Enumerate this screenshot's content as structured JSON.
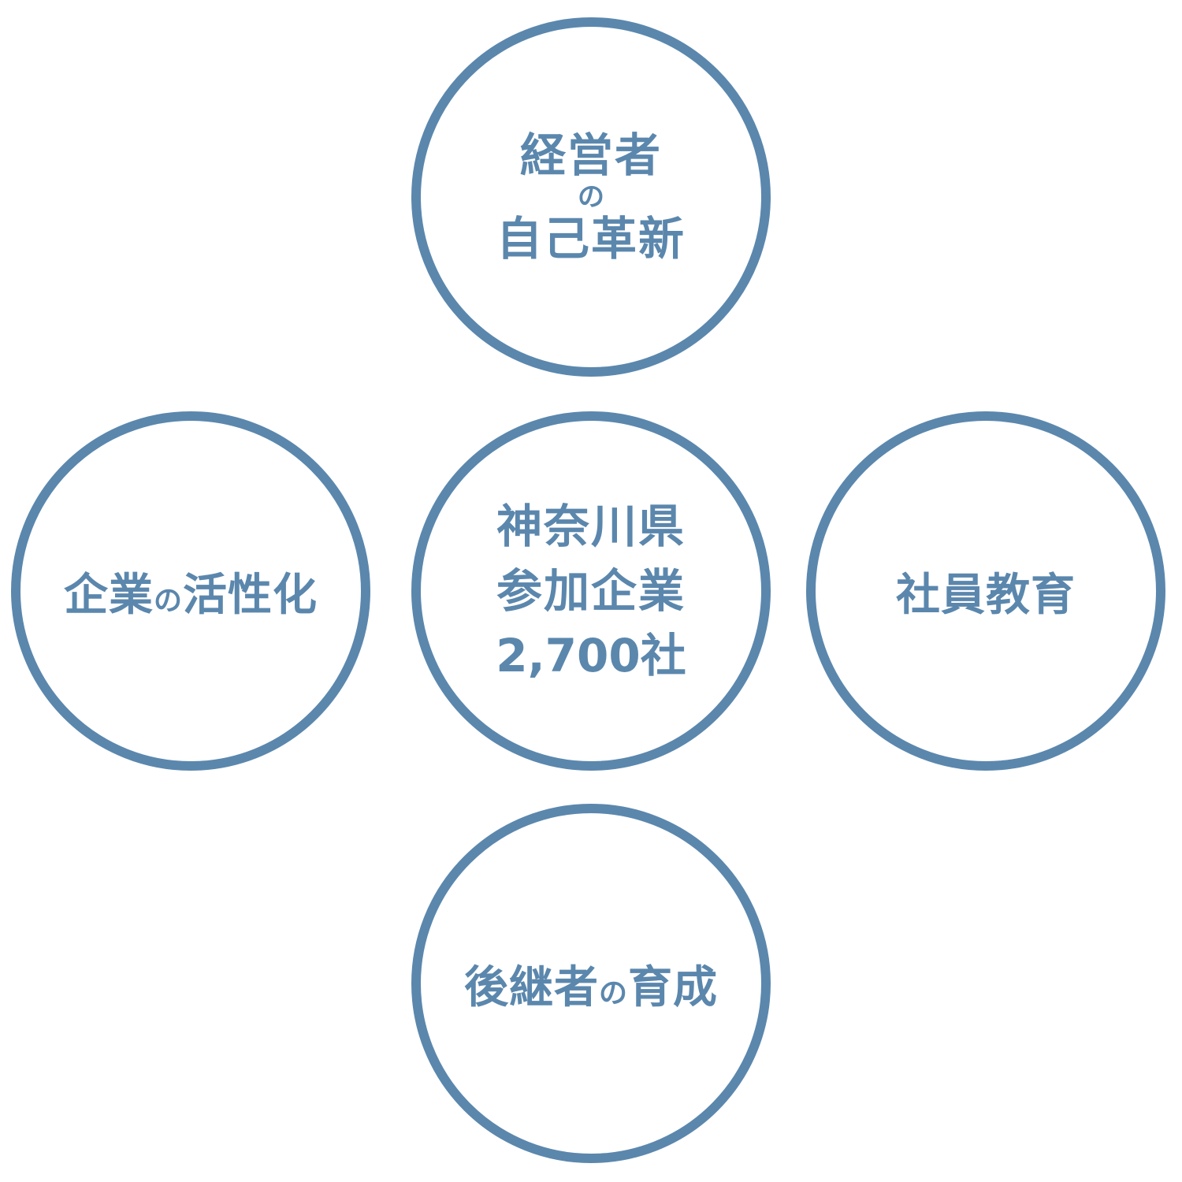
{
  "diagram": {
    "stroke_color": "#5b87ad",
    "text_color": "#5b87ad",
    "top": {
      "line1": "経営者",
      "particle": "の",
      "line2": "自己革新"
    },
    "left": {
      "part1": "企業",
      "particle": "の",
      "part2": "活性化"
    },
    "center": {
      "line1": "神奈川県",
      "line2": "参加企業",
      "line3": "2,700社"
    },
    "right": {
      "label": "社員教育"
    },
    "bottom": {
      "part1": "後継者",
      "particle": "の",
      "part2": "育成"
    }
  }
}
